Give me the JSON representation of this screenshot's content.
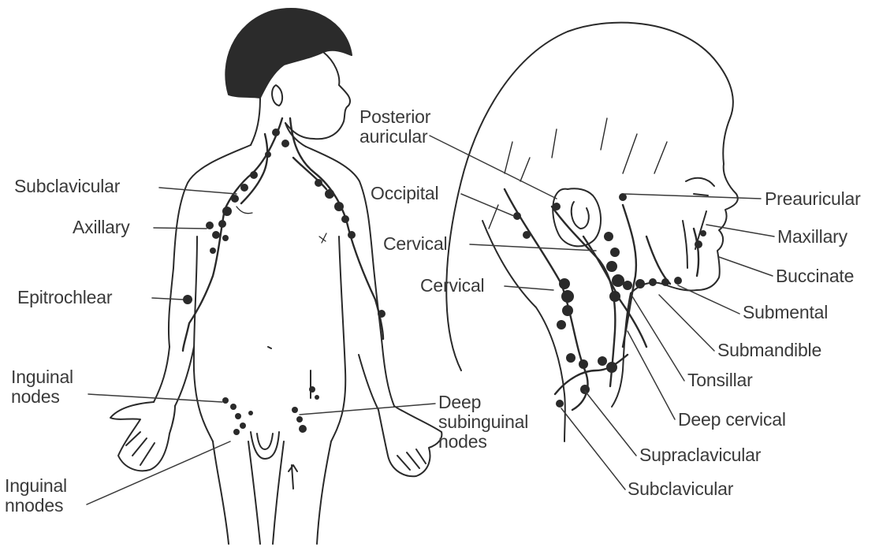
{
  "labels": {
    "subclavicular_left": "Subclavicular",
    "axillary": "Axillary",
    "epitrochlear": "Epitrochlear",
    "inguinal_nodes": "Inguinal nodes",
    "inguinal_nnodes": "Inguinal nnodes",
    "deep_subinguinal": "Deep subinguinal nodes",
    "posterior_auricular": "Posterior auricular",
    "occipital": "Occipital",
    "cervical_upper": "Cervical",
    "cervical_lower": "Cervical",
    "preauricular": "Preauricular",
    "maxillary": "Maxillary",
    "buccinate": "Buccinate",
    "submental": "Submental",
    "submandible": "Submandible",
    "tonsillar": "Tonsillar",
    "deep_cervical": "Deep cervical",
    "supraclavicular": "Supraclavicular",
    "subclavicular_right": "Subclavicular"
  }
}
